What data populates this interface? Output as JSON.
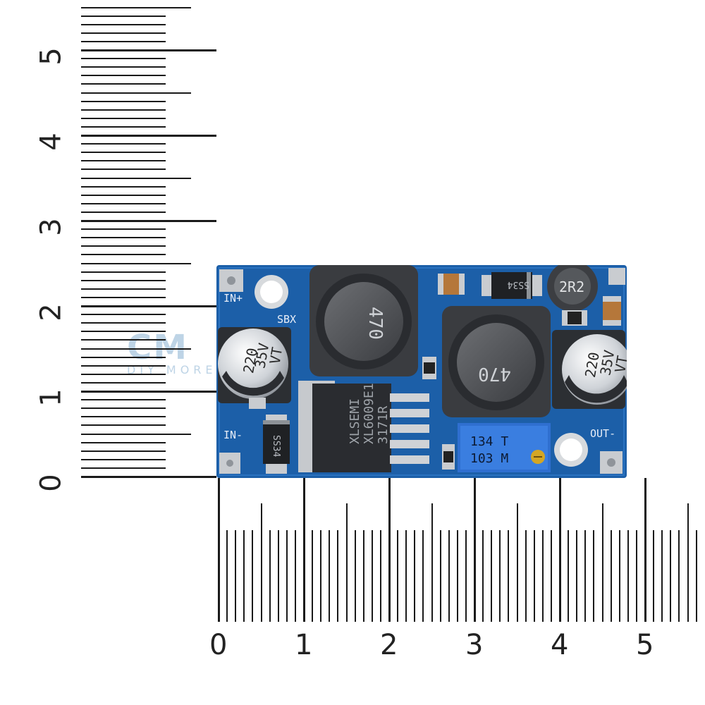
{
  "ruler_vertical": {
    "labels": [
      "0",
      "1",
      "2",
      "3",
      "4",
      "5"
    ]
  },
  "ruler_horizontal": {
    "labels": [
      "0",
      "1",
      "2",
      "3",
      "4",
      "5"
    ]
  },
  "board": {
    "pcb_color": "#1c5fa8",
    "silkscreen": {
      "in_plus": "IN+",
      "in_minus": "IN-",
      "out_minus": "OUT-",
      "sbx": "SBX"
    },
    "capacitor_left": {
      "line1": "220",
      "line2": "35V",
      "line3": "VT"
    },
    "capacitor_right": {
      "line1": "220",
      "line2": "35V",
      "line3": "VT"
    },
    "inductor_top": {
      "marking": "470"
    },
    "inductor_mid": {
      "marking": "470"
    },
    "small_inductor": {
      "marking": "2R2"
    },
    "diode_top": {
      "marking": "SS34"
    },
    "diode_left": {
      "marking": "SS34"
    },
    "chip": {
      "line1": "XLSEMI",
      "line2": "XL6009E1",
      "line3": "3171R"
    },
    "potentiometer": {
      "line1": "134 T",
      "line2": "103 M"
    }
  },
  "watermark": {
    "logo": "CM",
    "tagline": "DIY MORE"
  }
}
